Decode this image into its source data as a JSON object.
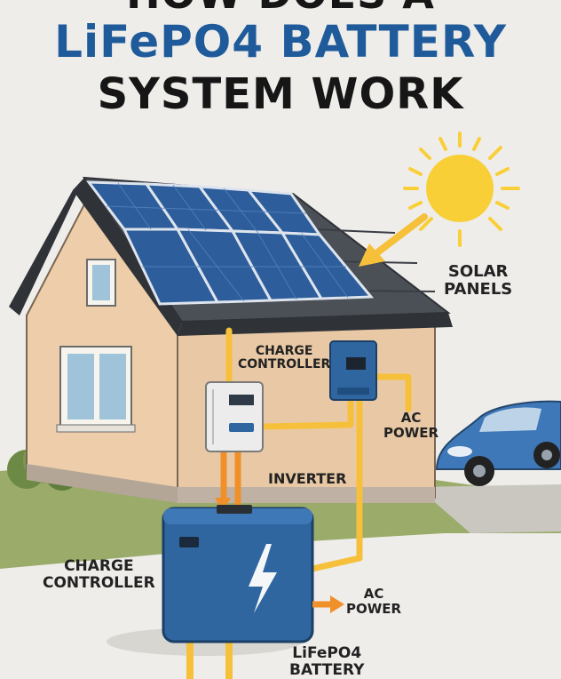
{
  "title": {
    "line1": "HOW DOES A",
    "line2": "LiFePO4 BATTERY",
    "line3": "SYSTEM WORK"
  },
  "labels": {
    "solar_panels_1": "SOLAR",
    "solar_panels_2": "PANELS",
    "charge_controller_top_1": "CHARGE",
    "charge_controller_top_2": "CONTROLLER",
    "ac_power_right_1": "AC",
    "ac_power_right_2": "POWER",
    "inverter": "INVERTER",
    "charge_controller_left_1": "CHARGE",
    "charge_controller_left_2": "CONTROLLER",
    "ac_power_bottom_1": "AC",
    "ac_power_bottom_2": "POWER",
    "battery_1": "LiFePO4",
    "battery_2": "BATTERY"
  },
  "colors": {
    "title_blue": "#1f5b9a",
    "wire_yellow": "#f6c03a",
    "wire_orange": "#f0902a",
    "sun": "#f9cf38",
    "battery_blue": "#2f66a0"
  }
}
